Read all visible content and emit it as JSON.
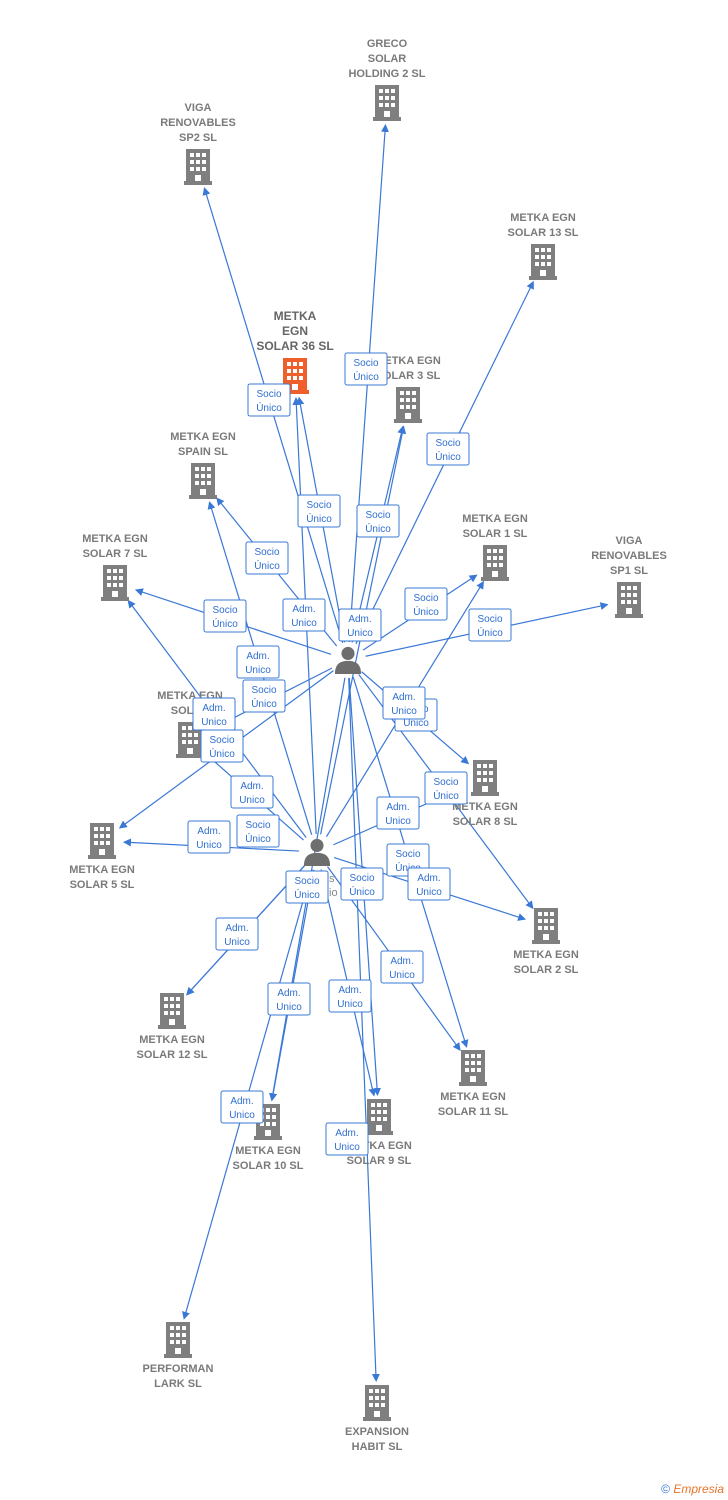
{
  "colors": {
    "edge": "#3a78d6",
    "company": "#7f7f7f",
    "highlight": "#ee5f2b",
    "person": "#6e6e6e"
  },
  "companies": [
    {
      "id": "greco",
      "lines": [
        "GRECO",
        "SOLAR",
        "HOLDING 2  SL"
      ],
      "icon": "building-icon"
    },
    {
      "id": "viga2",
      "lines": [
        "VIGA",
        "RENOVABLES",
        "SP2  SL"
      ],
      "icon": "building-icon"
    },
    {
      "id": "m13",
      "lines": [
        "METKA EGN",
        "SOLAR 13  SL"
      ],
      "icon": "building-icon"
    },
    {
      "id": "m36",
      "lines": [
        "METKA",
        "EGN",
        "SOLAR 36  SL"
      ],
      "icon": "building-icon",
      "highlight": true
    },
    {
      "id": "m3",
      "lines": [
        "METKA EGN",
        "SOLAR 3  SL"
      ],
      "icon": "building-icon"
    },
    {
      "id": "spain",
      "lines": [
        "METKA EGN",
        "SPAIN  SL"
      ],
      "icon": "building-icon"
    },
    {
      "id": "m1",
      "lines": [
        "METKA EGN",
        "SOLAR 1  SL"
      ],
      "icon": "building-icon"
    },
    {
      "id": "viga1",
      "lines": [
        "VIGA",
        "RENOVABLES",
        "SP1  SL"
      ],
      "icon": "building-icon"
    },
    {
      "id": "m7",
      "lines": [
        "METKA EGN",
        "SOLAR 7  SL"
      ],
      "icon": "building-icon"
    },
    {
      "id": "mx",
      "lines": [
        "METKA EGN",
        "SOLAR"
      ],
      "icon": "building-icon"
    },
    {
      "id": "m8",
      "lines": [
        "METKA EGN",
        "SOLAR 8  SL"
      ],
      "icon": "building-icon"
    },
    {
      "id": "m5",
      "lines": [
        "METKA EGN",
        "SOLAR 5  SL"
      ],
      "icon": "building-icon"
    },
    {
      "id": "m2",
      "lines": [
        "METKA EGN",
        "SOLAR 2  SL"
      ],
      "icon": "building-icon"
    },
    {
      "id": "m12",
      "lines": [
        "METKA EGN",
        "SOLAR 12  SL"
      ],
      "icon": "building-icon"
    },
    {
      "id": "m11",
      "lines": [
        "METKA EGN",
        "SOLAR 11  SL"
      ],
      "icon": "building-icon"
    },
    {
      "id": "m10",
      "lines": [
        "METKA EGN",
        "SOLAR 10  SL"
      ],
      "icon": "building-icon"
    },
    {
      "id": "m9",
      "lines": [
        "METKA EGN",
        "SOLAR 9  SL"
      ],
      "icon": "building-icon"
    },
    {
      "id": "perf",
      "lines": [
        "PERFORMAN",
        "LARK  SL"
      ],
      "icon": "building-icon"
    },
    {
      "id": "exp",
      "lines": [
        "EXPANSION",
        "HABIT  SL"
      ],
      "icon": "building-icon"
    }
  ],
  "persons": [
    {
      "id": "p1",
      "icon": "person-icon",
      "partial_text": "ka   d"
    },
    {
      "id": "p2",
      "icon": "person-icon",
      "partial_text": "s\nio"
    }
  ],
  "edges": [
    {
      "from": "p1",
      "to": "greco",
      "label": [
        "Socio",
        "Único"
      ]
    },
    {
      "from": "p1",
      "to": "viga2",
      "label": [
        "Socio",
        "Único"
      ]
    },
    {
      "from": "p1",
      "to": "m13",
      "label": [
        "Socio",
        "Único"
      ]
    },
    {
      "from": "p1",
      "to": "m36",
      "label": [
        "Socio",
        "Único"
      ]
    },
    {
      "from": "p1",
      "to": "m3",
      "label": [
        "Socio",
        "Único"
      ]
    },
    {
      "from": "p1",
      "to": "spain",
      "label": [
        "Socio",
        "Único"
      ]
    },
    {
      "from": "p1",
      "to": "m1",
      "label": [
        "Socio",
        "Único"
      ]
    },
    {
      "from": "p1",
      "to": "viga1",
      "label": [
        "Socio",
        "Único"
      ]
    },
    {
      "from": "p1",
      "to": "m7",
      "label": [
        "Socio",
        "Único"
      ]
    },
    {
      "from": "p1",
      "to": "mx",
      "label": [
        "Socio",
        "Único"
      ]
    },
    {
      "from": "p1",
      "to": "m8",
      "label": [
        "Socio",
        "Único"
      ]
    },
    {
      "from": "p1",
      "to": "m5",
      "label": [
        "Socio",
        "Único"
      ]
    },
    {
      "from": "p1",
      "to": "m2",
      "label": [
        "Socio",
        "Único"
      ]
    },
    {
      "from": "p1",
      "to": "m11",
      "label": [
        "Socio",
        "Único"
      ]
    },
    {
      "from": "p1",
      "to": "m9",
      "label": [
        "Socio",
        "Único"
      ]
    },
    {
      "from": "p1",
      "to": "m10",
      "label": [
        "Socio",
        "Único"
      ]
    },
    {
      "from": "p1",
      "to": "exp",
      "label": [
        "Adm.",
        "Unico"
      ]
    },
    {
      "from": "p2",
      "to": "m36",
      "label": [
        "Adm.",
        "Unico"
      ]
    },
    {
      "from": "p2",
      "to": "m3",
      "label": [
        "Adm.",
        "Unico"
      ]
    },
    {
      "from": "p2",
      "to": "spain",
      "label": [
        "Adm.",
        "Unico"
      ]
    },
    {
      "from": "p2",
      "to": "m1",
      "label": [
        "Adm.",
        "Unico"
      ]
    },
    {
      "from": "p2",
      "to": "m7",
      "label": [
        "Adm.",
        "Unico"
      ]
    },
    {
      "from": "p2",
      "to": "mx",
      "label": [
        "Adm.",
        "Unico"
      ]
    },
    {
      "from": "p2",
      "to": "m8",
      "label": [
        "Adm.",
        "Unico"
      ]
    },
    {
      "from": "p2",
      "to": "m5",
      "label": [
        "Adm.",
        "Unico"
      ]
    },
    {
      "from": "p2",
      "to": "m2",
      "label": [
        "Adm.",
        "Unico"
      ]
    },
    {
      "from": "p2",
      "to": "m12",
      "label": [
        "Adm.",
        "Unico"
      ]
    },
    {
      "from": "p2",
      "to": "m11",
      "label": [
        "Adm.",
        "Unico"
      ]
    },
    {
      "from": "p2",
      "to": "m10",
      "label": [
        "Adm.",
        "Unico"
      ]
    },
    {
      "from": "p2",
      "to": "m9",
      "label": [
        "Adm.",
        "Unico"
      ]
    },
    {
      "from": "p2",
      "to": "perf",
      "label": [
        "Adm.",
        "Unico"
      ]
    },
    {
      "from": "p2",
      "to": "m12",
      "label": [
        "Socio",
        "Único"
      ]
    }
  ],
  "credit": {
    "symbol": "©",
    "brand": "Empresia"
  }
}
